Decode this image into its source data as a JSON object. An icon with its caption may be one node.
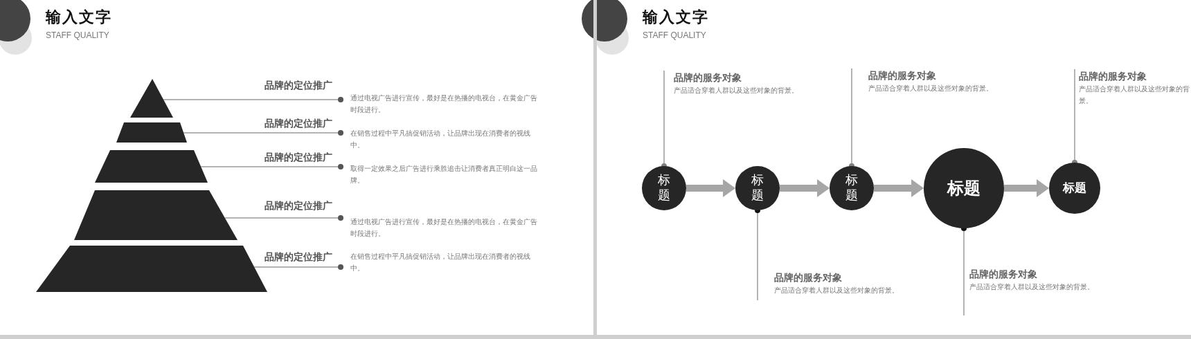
{
  "diagram": {
    "nodes": [
      {
        "text": [],
        "shape": "triangle"
      },
      {
        "text": [],
        "shape": "trapezoid"
      },
      {
        "text": [],
        "shape": "trapezoid"
      },
      {
        "text": [],
        "shape": "trapezoid"
      },
      {
        "text": [],
        "shape": "trapezoid"
      },
      {
        "text": [
          "通过电视广告进行宣传，最好是在热播的电视台，在黄金广告时段进行。"
        ]
      },
      {
        "text": [
          "在销售过程中平凡搞促销活动，让品牌出现在消费者的视线中。"
        ]
      },
      {
        "text": [
          "取得一定效果之后广告进行乘胜追击让消费者真正明白这一品牌。"
        ]
      },
      {
        "text": [
          "通过电视广告进行宣传，最好是在热播的电视台，在黄金广告时段进行。"
        ]
      },
      {
        "text": [
          "在销售过程中平凡搞促销活动，让品牌出现在消费者的视线中。"
        ]
      },
      {
        "text": [
          "标题"
        ]
      },
      {
        "text": [
          "标题"
        ]
      },
      {
        "text": [
          "标题"
        ]
      },
      {
        "text": [
          "标题"
        ]
      },
      {
        "text": [
          "标题"
        ]
      },
      {
        "text": [
          "品牌的服务对象",
          "产品适合穿着人群以及这些对象的背景。"
        ]
      },
      {
        "text": [
          "品牌的服务对象",
          "产品适合穿着人群以及这些对象的背景。"
        ]
      },
      {
        "text": [
          "品牌的服务对象",
          "产品适合穿着人群以及这些对象的背景。"
        ]
      },
      {
        "text": [
          "品牌的服务对象",
          "产品适合穿着人群以及这些对象的背景。"
        ]
      },
      {
        "text": [
          "品牌的服务对象",
          "产品适合穿着人群以及这些对象的背景。"
        ]
      }
    ],
    "edges": [
      {
        "from": 0,
        "to": 5,
        "arrow": "other",
        "label": "品牌的定位推广"
      },
      {
        "from": 1,
        "to": 6,
        "arrow": "other",
        "label": "品牌的定位推广"
      },
      {
        "from": 2,
        "to": 7,
        "arrow": "other",
        "label": "品牌的定位推广"
      },
      {
        "from": 3,
        "to": 8,
        "arrow": "other",
        "label": "品牌的定位推广"
      },
      {
        "from": 4,
        "to": 9,
        "arrow": "other",
        "label": "品牌的定位推广"
      },
      {
        "from": 10,
        "to": 11,
        "arrow": "to",
        "style": "thick"
      },
      {
        "from": 11,
        "to": 12,
        "arrow": "to",
        "style": "thick"
      },
      {
        "from": 12,
        "to": 13,
        "arrow": "to",
        "style": "thick"
      },
      {
        "from": 13,
        "to": 14,
        "arrow": "to",
        "style": "thick"
      },
      {
        "from": 15,
        "to": 10,
        "arrow": "other"
      },
      {
        "from": 16,
        "to": 11,
        "arrow": "other"
      },
      {
        "from": 17,
        "to": 12,
        "arrow": "other"
      },
      {
        "from": 18,
        "to": 13,
        "arrow": "other"
      },
      {
        "from": 19,
        "to": 14,
        "arrow": "other"
      }
    ],
    "labels": [
      "输入文字",
      "STAFF QUALITY",
      "输入文字",
      "STAFF QUALITY"
    ]
  }
}
